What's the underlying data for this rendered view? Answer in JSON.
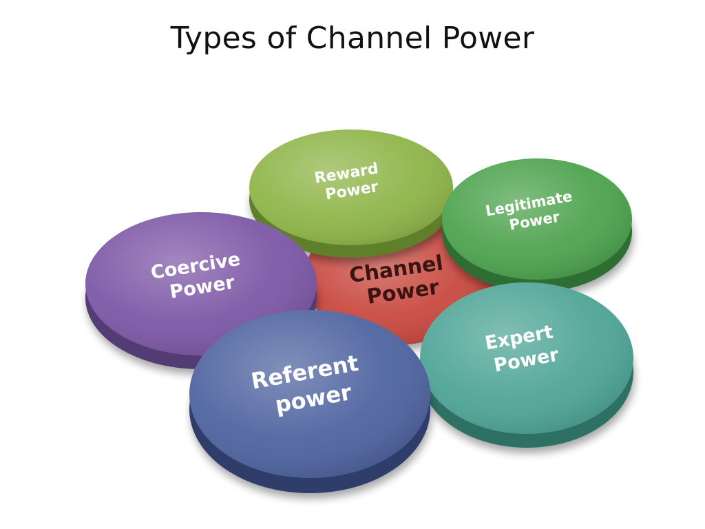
{
  "title": "Types of Channel Power",
  "center": {
    "lines": [
      "Channel",
      "Power"
    ],
    "color": "#c8493f"
  },
  "petals": [
    {
      "key": "reward",
      "lines": [
        "Reward",
        "Power"
      ],
      "color": "#8fb549"
    },
    {
      "key": "legitimate",
      "lines": [
        "Legitimate",
        "Power"
      ],
      "color": "#4da34e"
    },
    {
      "key": "coercive",
      "lines": [
        "Coercive",
        "Power"
      ],
      "color": "#7d58a6"
    },
    {
      "key": "expert",
      "lines": [
        "Expert",
        "Power"
      ],
      "color": "#4fa597"
    },
    {
      "key": "referent",
      "lines": [
        "Referent",
        "power"
      ],
      "color": "#4f64a0"
    }
  ]
}
